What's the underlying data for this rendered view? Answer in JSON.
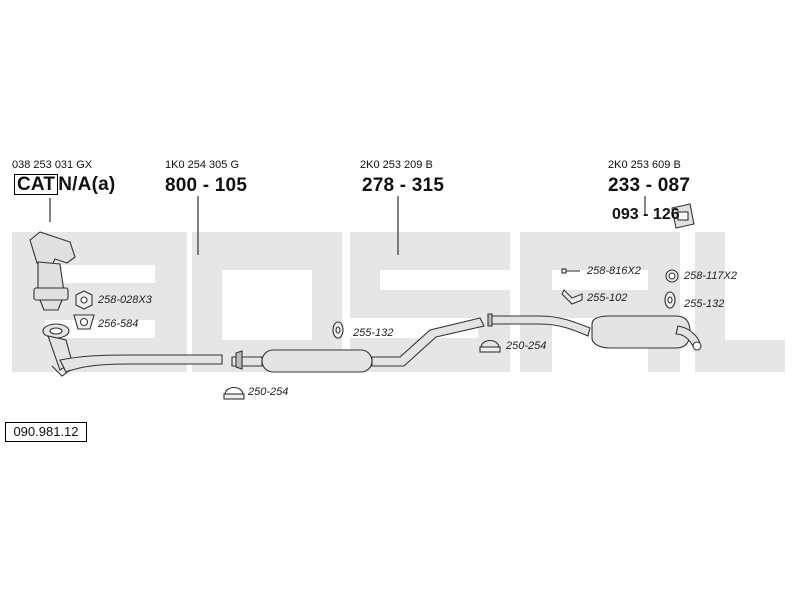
{
  "diagram_number": "090.981.12",
  "logo": {
    "text": "BOSAL",
    "color": "#e8e8e8"
  },
  "sections": [
    {
      "oem": "038 253 031 GX",
      "cat": "CAT",
      "part": "N/A(a)"
    },
    {
      "oem": "1K0 254 305 G",
      "part": "800 - 105"
    },
    {
      "oem": "2K0 253 209 B",
      "part": "278 - 315"
    },
    {
      "oem": "2K0 253 609 B",
      "part": "233 - 087"
    }
  ],
  "mounting_part": "093 - 126",
  "accessories": [
    {
      "code": "258-028X3",
      "icon": "nut-icon"
    },
    {
      "code": "256-584",
      "icon": "gasket-icon"
    },
    {
      "code": "250-254",
      "icon": "clamp-icon"
    },
    {
      "code": "255-132",
      "icon": "rubber-hanger-icon"
    },
    {
      "code": "250-254",
      "icon": "clamp-icon"
    },
    {
      "code": "258-816X2",
      "icon": "bolt-icon"
    },
    {
      "code": "255-102",
      "icon": "bracket-icon"
    },
    {
      "code": "258-117X2",
      "icon": "ring-icon"
    },
    {
      "code": "255-132",
      "icon": "rubber-hanger-icon"
    }
  ],
  "colors": {
    "line": "#333333",
    "part": "#d8d8d8"
  }
}
